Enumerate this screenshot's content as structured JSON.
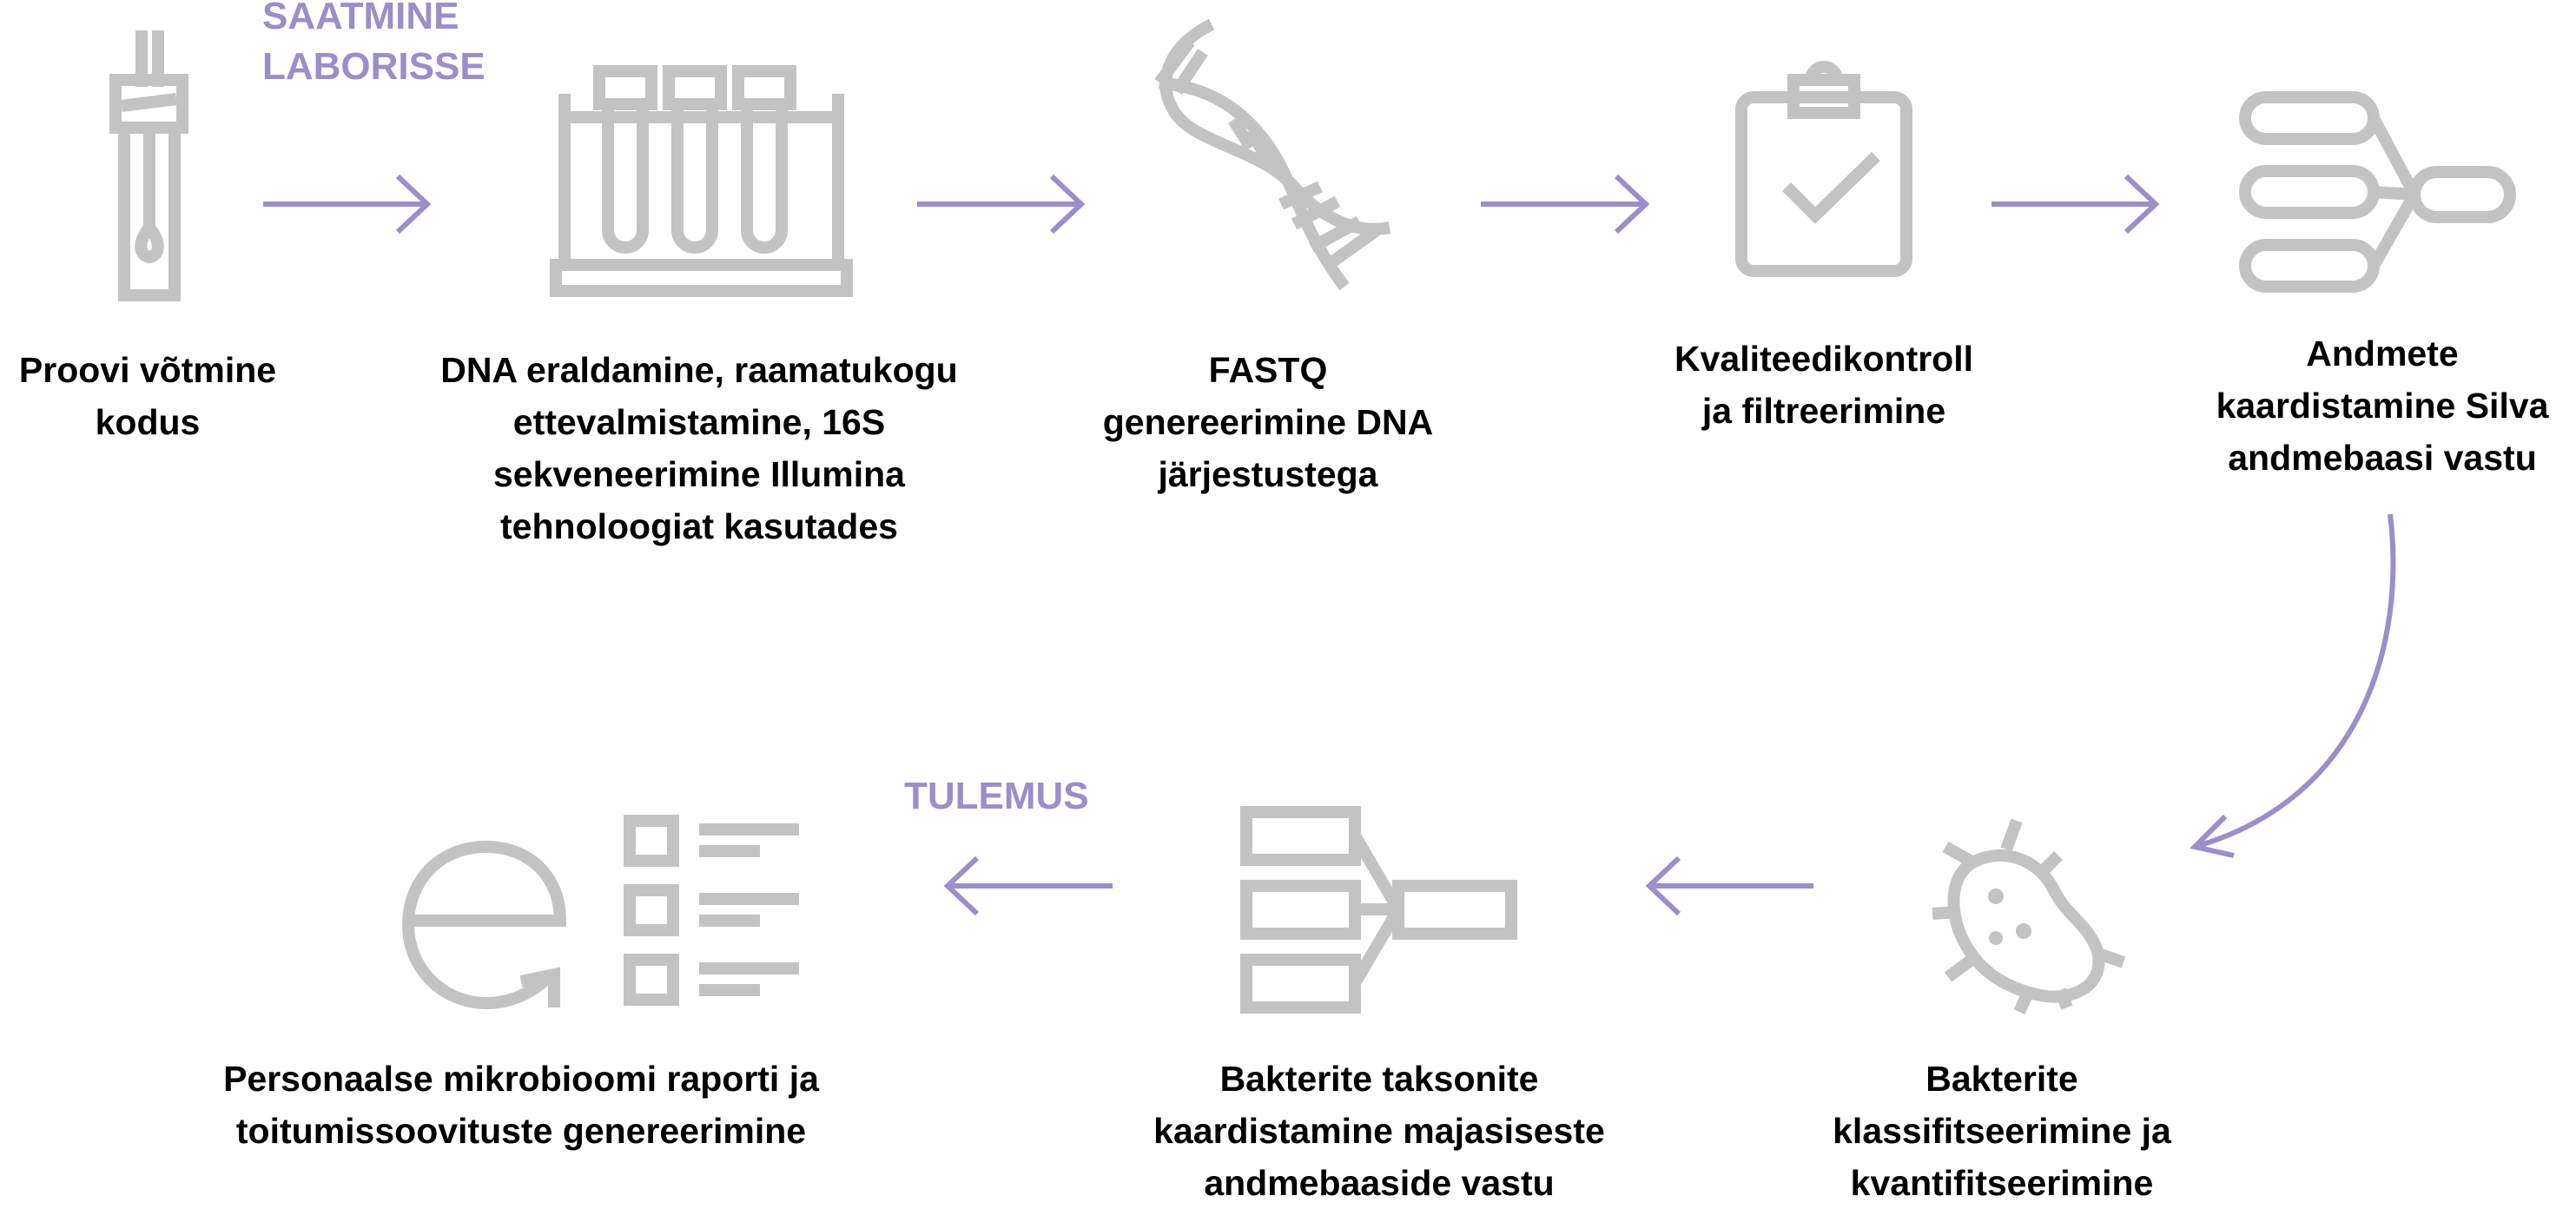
{
  "colors": {
    "icon_gray": "#c3c3c3",
    "accent_purple": "#9b8ec9",
    "text_black": "#000000",
    "background": "#ffffff"
  },
  "accent_labels": {
    "shipping": "SAATMINE\nLABORISSE",
    "result": "TULEMUS"
  },
  "steps": [
    {
      "icon": "sample-tube-icon",
      "label": "Proovi võtmine\nkodus"
    },
    {
      "icon": "test-tubes-rack-icon",
      "label": "DNA eraldamine, raamatukogu\nettevalmistamine, 16S\nsekveneerimine Illumina\ntehnoloogiat kasutades"
    },
    {
      "icon": "dna-helix-icon",
      "label": "FASTQ\ngenereerimine DNA\njärjestustega"
    },
    {
      "icon": "clipboard-check-icon",
      "label": "Kvaliteedikontroll\nja filtreerimine"
    },
    {
      "icon": "merge-mapping-icon",
      "label": "Andmete\nkaardistamine Silva\nandmebaasi vastu"
    },
    {
      "icon": "bacterium-icon",
      "label": "Bakterite\nklassifitseerimine ja\nkvantifitseerimine"
    },
    {
      "icon": "taxonomy-mapping-icon",
      "label": "Bakterite taksonite\nkaardistamine majasiseste\nandmebaaside vastu"
    },
    {
      "icon": "report-logo-list-icon",
      "label": "Personaalse mikrobioomi raporti ja\ntoitumissoovituste genereerimine"
    }
  ]
}
